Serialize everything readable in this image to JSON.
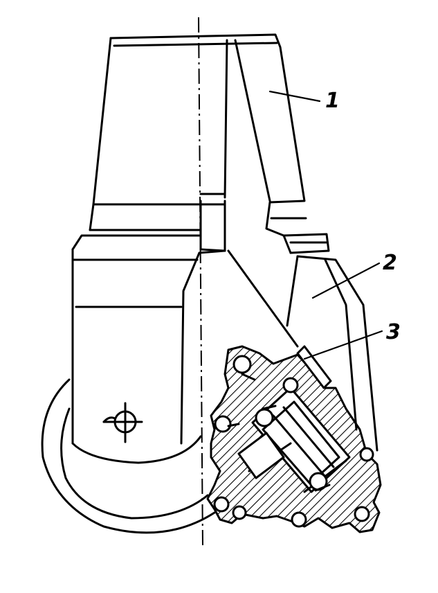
{
  "figure": {
    "callouts": [
      {
        "id": "1",
        "text": "1"
      },
      {
        "id": "2",
        "text": "2"
      },
      {
        "id": "3",
        "text": "3"
      }
    ]
  }
}
